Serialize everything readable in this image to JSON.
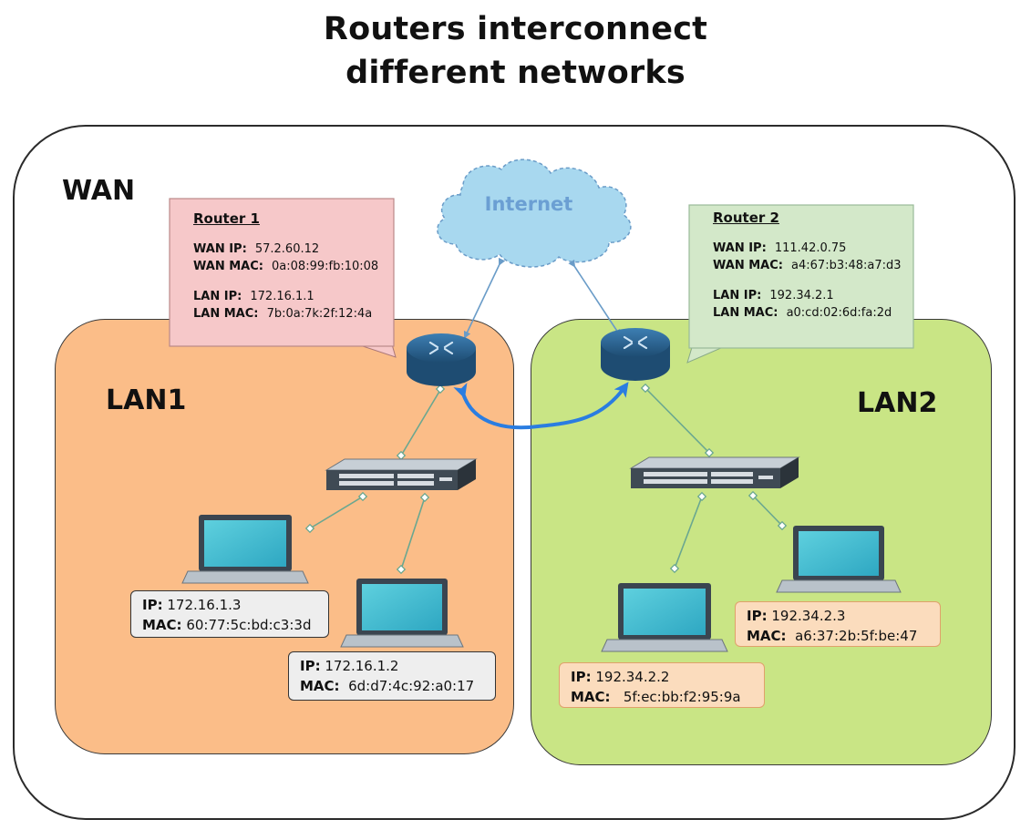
{
  "title": {
    "line1": "Routers interconnect",
    "line2": "different networks"
  },
  "zones": {
    "wan": "WAN",
    "lan1": "LAN1",
    "lan2": "LAN2"
  },
  "internet": "Internet",
  "router1": {
    "name": "Router 1",
    "wan_ip_label": "WAN IP:",
    "wan_ip": "57.2.60.12",
    "wan_mac_label": "WAN MAC:",
    "wan_mac": "0a:08:99:fb:10:08",
    "lan_ip_label": "LAN IP:",
    "lan_ip": "172.16.1.1",
    "lan_mac_label": "LAN MAC:",
    "lan_mac": "7b:0a:7k:2f:12:4a"
  },
  "router2": {
    "name": "Router 2",
    "wan_ip_label": "WAN IP:",
    "wan_ip": "111.42.0.75",
    "wan_mac_label": "WAN MAC:",
    "wan_mac": "a4:67:b3:48:a7:d3",
    "lan_ip_label": "LAN IP:",
    "lan_ip": "192.34.2.1",
    "lan_mac_label": "LAN MAC:",
    "lan_mac": "a0:cd:02:6d:fa:2d"
  },
  "hosts": [
    {
      "ip_label": "IP:",
      "ip": "172.16.1.3",
      "mac_label": "MAC:",
      "mac": "60:77:5c:bd:c3:3d"
    },
    {
      "ip_label": "IP:",
      "ip": "172.16.1.2",
      "mac_label": "MAC:",
      "mac": "6d:d7:4c:92:a0:17"
    },
    {
      "ip_label": "IP:",
      "ip": "192.34.2.2",
      "mac_label": "MAC:",
      "mac": "5f:ec:bb:f2:95:9a"
    },
    {
      "ip_label": "IP:",
      "ip": "192.34.2.3",
      "mac_label": "MAC:",
      "mac": "a6:37:2b:5f:be:47"
    }
  ],
  "colors": {
    "lan1_fill": "#fbbd88",
    "lan2_fill": "#c9e585",
    "router1_callout": "#f6c8c9",
    "router2_callout": "#d3e8c9",
    "internet_cloud": "#a8d8ef",
    "router_body": "#2c5f8a",
    "link_blue": "#2a7de1"
  }
}
